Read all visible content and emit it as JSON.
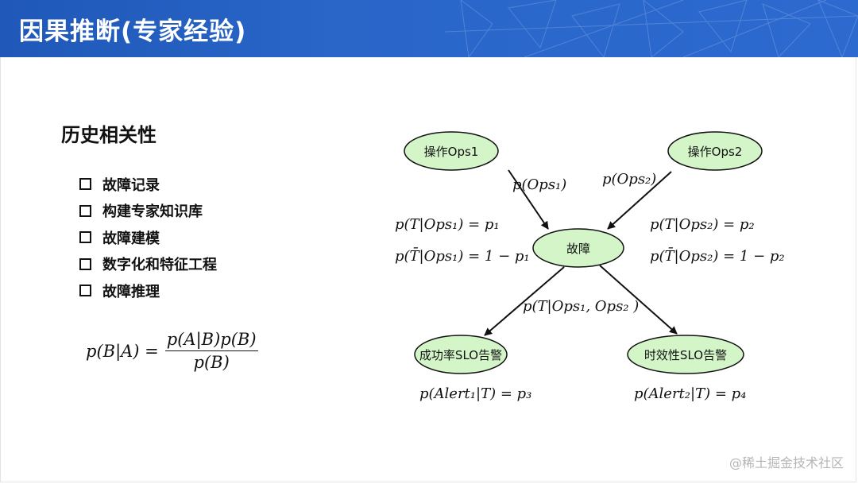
{
  "header": {
    "title": "因果推断(专家经验)"
  },
  "section": {
    "title": "历史相关性",
    "bullets": [
      "故障记录",
      "构建专家知识库",
      "故障建模",
      "数字化和特征工程",
      "故障推理"
    ]
  },
  "formula": {
    "lhs": "p(B|A) =",
    "numerator": "p(A|B)p(B)",
    "denominator": "p(B)"
  },
  "diagram": {
    "nodes": {
      "ops1": "操作Ops1",
      "ops2": "操作Ops2",
      "fault": "故障",
      "success_alert": "成功率SLO告警",
      "timeliness_alert": "时效性SLO告警"
    },
    "node_color": "#d3f5c8",
    "labels": {
      "p_ops1": "p(Ops₁)",
      "p_ops2": "p(Ops₂)",
      "p_t_ops1": "p(T|Ops₁) = p₁",
      "p_tbar_ops1": "p(T̄|Ops₁) = 1 − p₁",
      "p_t_ops2": "p(T|Ops₂) = p₂",
      "p_tbar_ops2": "p(T̄|Ops₂) = 1 − p₂",
      "p_t_both": "p(T|Ops₁, Ops₂ )",
      "p_alert1": "p(Alert₁|T) = p₃",
      "p_alert2": "p(Alert₂|T) = p₄"
    }
  },
  "watermark": "@稀土掘金技术社区"
}
